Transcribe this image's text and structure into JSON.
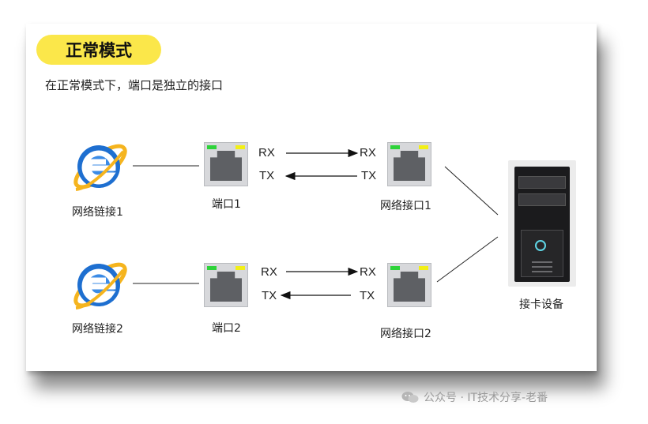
{
  "header": {
    "title": "正常模式"
  },
  "subtitle": "在正常模式下，端口是独立的接口",
  "rows": [
    {
      "browser_label": "网络链接1",
      "port_label": "端口1",
      "nic_label": "网络接口1",
      "rx_left": "RX",
      "tx_left": "TX",
      "rx_right": "RX",
      "tx_right": "TX"
    },
    {
      "browser_label": "网络链接2",
      "port_label": "端口2",
      "nic_label": "网络接口2",
      "rx_left": "RX",
      "tx_left": "TX",
      "rx_right": "RX",
      "tx_right": "TX"
    }
  ],
  "device": {
    "label": "接卡设备"
  },
  "watermark": {
    "text": "公众号 · IT技术分享-老番"
  },
  "colors": {
    "pill": "#fbe74a",
    "led_green": "#2ed33a",
    "led_yellow": "#f2ef17",
    "ie_blue": "#1e6fd0",
    "ie_orbit": "#f5b41e"
  }
}
